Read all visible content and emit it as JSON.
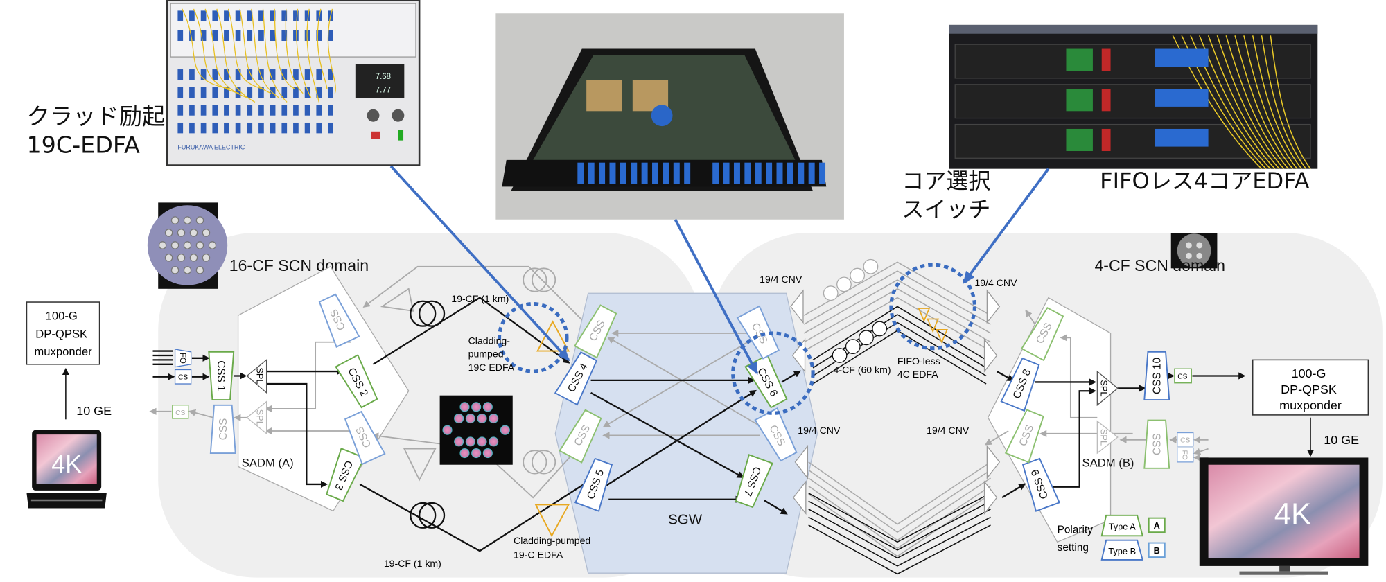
{
  "photos": {
    "cladding_edfa": {
      "display_values": [
        "7.68",
        "7.77"
      ],
      "logo": "FURUKAWA ELECTRIC"
    },
    "core_switch": {},
    "fifo_less_edfa": {}
  },
  "callouts": {
    "cladding_edfa_line1": "クラッド励起",
    "cladding_edfa_line2": "19C-EDFA",
    "core_switch_line1": "コア選択",
    "core_switch_line2": "スイッチ",
    "fifo_less_edfa": "FIFOレス4コアEDFA"
  },
  "left": {
    "muxponder": [
      "100-G",
      "DP-QPSK",
      "muxponder"
    ],
    "link_label": "10 GE",
    "laptop_label": "4K",
    "fo": "FO",
    "cs": "CS",
    "cs_return": "CS"
  },
  "domain_16cf": {
    "title": "16-CF SCN domain",
    "sadm": "SADM (A)",
    "css": [
      "CSS 1",
      "CSS 2",
      "CSS 3"
    ],
    "css_unlabeled": "CSS",
    "spl": "SPL",
    "fiber_top": "19-CF (1 km)",
    "fiber_bottom": "19-CF (1 km)",
    "edfa_top": [
      "Cladding-",
      "pumped",
      "19C EDFA"
    ],
    "edfa_bottom": [
      "Cladding-pumped",
      "19-C EDFA"
    ]
  },
  "sgw": {
    "title": "SGW",
    "css": [
      "CSS 4",
      "CSS 5",
      "CSS 6",
      "CSS 7"
    ],
    "css_unlabeled": "CSS"
  },
  "domain_4cf": {
    "title": "4-CF SCN domain",
    "cnv": [
      "19/4 CNV",
      "19/4 CNV",
      "19/4 CNV",
      "19/4 CNV"
    ],
    "fiber": "4-CF (60 km)",
    "edfa": [
      "FIFO-less",
      "4C EDFA"
    ],
    "sadm": "SADM (B)",
    "css": [
      "CSS 8",
      "CSS 9",
      "CSS 10"
    ],
    "css_unlabeled": "CSS",
    "spl": "SPL",
    "cs": "CS",
    "cs_return": "CS",
    "fo": "FO"
  },
  "right": {
    "muxponder": [
      "100-G",
      "DP-QPSK",
      "muxponder"
    ],
    "link_label": "10 GE",
    "tv_label": "4K"
  },
  "legend": {
    "title": [
      "Polarity",
      "setting"
    ],
    "type_a": "Type A",
    "type_b": "Type B",
    "a": "A",
    "b": "B"
  },
  "colors": {
    "type_a": "#6aaa4a",
    "type_b": "#4a78c8",
    "edfa": "#e8a820",
    "highlight": "#3a6cc0",
    "sgw_fill": "#d6e0f0",
    "domain_fill": "#efefef"
  }
}
